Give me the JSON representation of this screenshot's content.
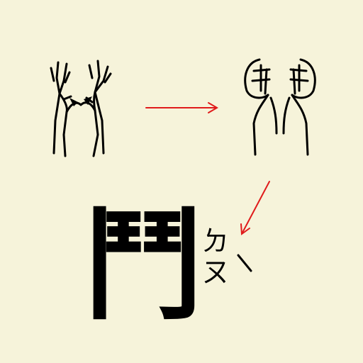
{
  "figure": {
    "stages": [
      {
        "name": "oracle-bone-form"
      },
      {
        "name": "seal-script-form"
      },
      {
        "name": "modern-form",
        "character": "鬥"
      }
    ],
    "pronunciation": {
      "zhuyin_1": "ㄉ",
      "zhuyin_2": "ㄡ",
      "tone_mark": "ˋ"
    },
    "arrow_color": "#e01b1b",
    "ink_color": "#000000",
    "background_color": "#f6f3da"
  }
}
